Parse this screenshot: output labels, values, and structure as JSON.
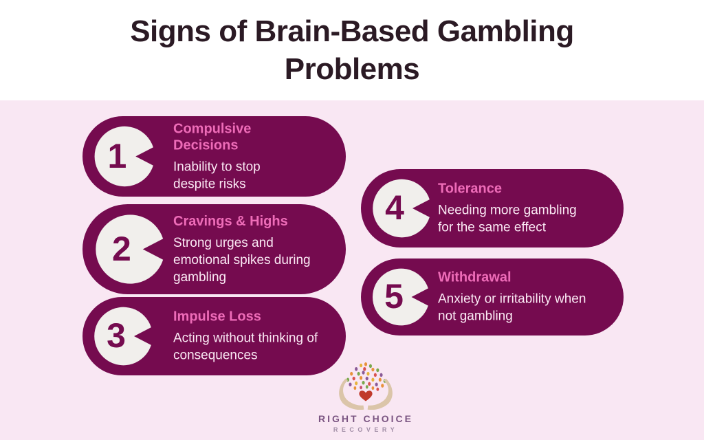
{
  "header": {
    "title_line1": "Signs of Brain-Based Gambling",
    "title_line2": "Problems"
  },
  "cards": [
    {
      "number": "1",
      "title": "Compulsive Decisions",
      "description": "Inability to stop despite risks"
    },
    {
      "number": "2",
      "title": "Cravings & Highs",
      "description": "Strong urges and emotional spikes during gambling"
    },
    {
      "number": "3",
      "title": "Impulse Loss",
      "description": "Acting without thinking of consequences"
    },
    {
      "number": "4",
      "title": "Tolerance",
      "description": "Needing more gambling for the same effect"
    },
    {
      "number": "5",
      "title": "Withdrawal",
      "description": "Anxiety or irritability when not gambling"
    }
  ],
  "logo": {
    "name": "RIGHT CHOICE",
    "subtitle": "RECOVERY"
  },
  "colors": {
    "header_background": "#ffffff",
    "page_background": "#f9e7f3",
    "title_text": "#2b1a24",
    "card_pill": "#750b4f",
    "card_title_pink": "#ee6cb8",
    "card_body_text": "#fbe9f4",
    "badge_fill": "#f1efec",
    "badge_number": "#750b4f",
    "logo_heart": "#c0392b",
    "logo_hands": "#dbc5a9",
    "logo_text": "#7a5481",
    "logo_subtext": "#a28fa7",
    "confetti_palette": [
      "#d9534f",
      "#e8913a",
      "#e6b33c",
      "#7aa84c",
      "#8a5a96",
      "#c94f6d"
    ]
  }
}
